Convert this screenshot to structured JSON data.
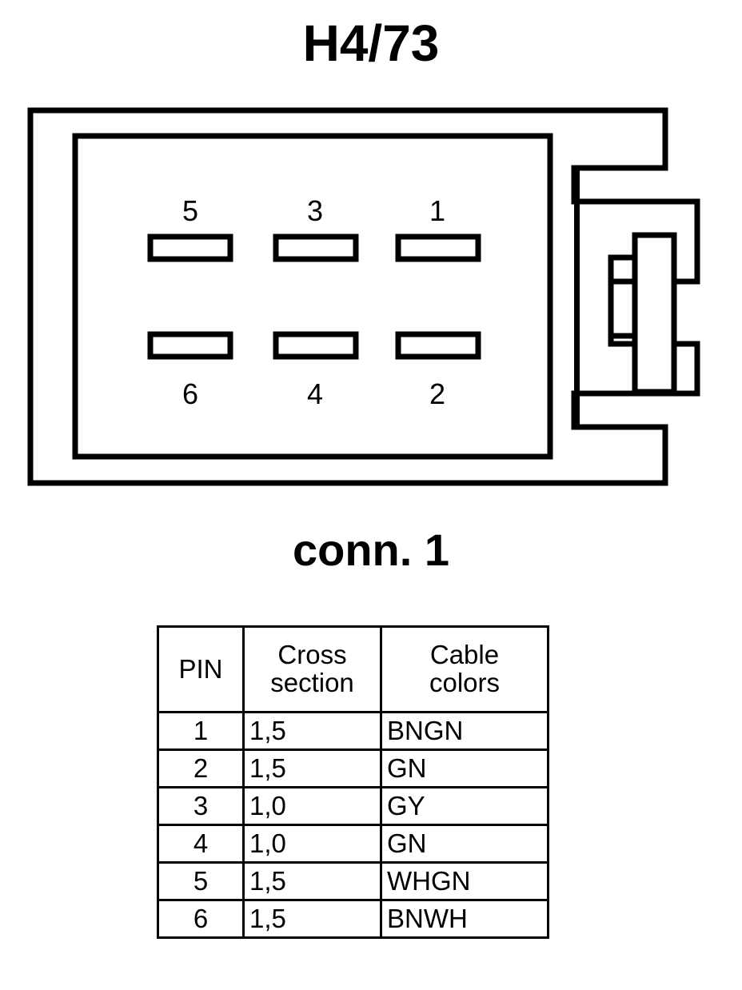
{
  "title": "H4/73",
  "connector": {
    "caption": "conn. 1",
    "pins_top_row": [
      "5",
      "3",
      "1"
    ],
    "pins_bottom_row": [
      "6",
      "4",
      "2"
    ],
    "slot_count": 6,
    "stroke_color": "#000000",
    "fill_color": "#ffffff"
  },
  "table": {
    "headers": {
      "pin": "PIN",
      "cross_line1": "Cross",
      "cross_line2": "section",
      "color_line1": "Cable",
      "color_line2": "colors"
    },
    "rows": [
      {
        "pin": "1",
        "cross_section": "1,5",
        "cable_colors": "BNGN"
      },
      {
        "pin": "2",
        "cross_section": "1,5",
        "cable_colors": "GN"
      },
      {
        "pin": "3",
        "cross_section": "1,0",
        "cable_colors": "GY"
      },
      {
        "pin": "4",
        "cross_section": "1,0",
        "cable_colors": "GN"
      },
      {
        "pin": "5",
        "cross_section": "1,5",
        "cable_colors": "WHGN"
      },
      {
        "pin": "6",
        "cross_section": "1,5",
        "cable_colors": "BNWH"
      }
    ]
  }
}
